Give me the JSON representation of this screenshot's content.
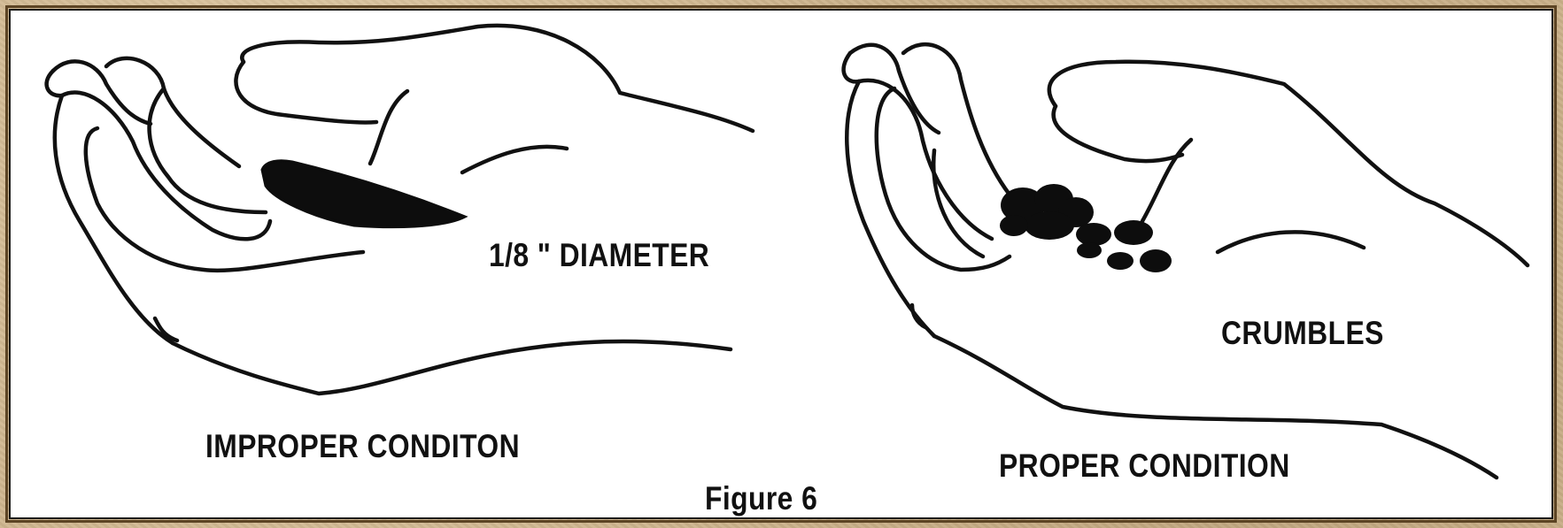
{
  "figure": {
    "caption": "Figure 6",
    "left_panel": {
      "measurement_label": "1/8 \" DIAMETER",
      "condition_label": "IMPROPER CONDITON"
    },
    "right_panel": {
      "texture_label": "CRUMBLES",
      "condition_label": "PROPER CONDITION"
    }
  },
  "colors": {
    "background": "#cdb48c",
    "panel": "#ffffff",
    "ink": "#111111"
  }
}
